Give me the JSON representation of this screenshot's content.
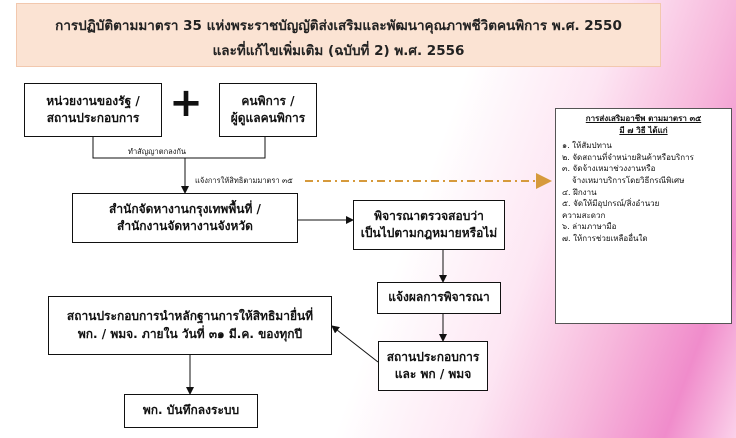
{
  "header": {
    "line1": "การปฏิบัติตามมาตรา 35 แห่งพระราชบัญญัติส่งเสริมและพัฒนาคุณภาพชีวิตคนพิการ พ.ศ. 2550",
    "line2": "และที่แก้ไขเพิ่มเติม (ฉบับที่ 2) พ.ศ. 2556"
  },
  "boxes": {
    "state_agency": [
      "หน่วยงานของรัฐ /",
      "สถานประกอบการ"
    ],
    "disabled": [
      "คนพิการ /",
      "ผู้ดูแลคนพิการ"
    ],
    "office": [
      "สำนักจัดหางานกรุงเทพพื้นที่ /",
      "สำนักงานจัดหางานจังหวัด"
    ],
    "review": [
      "พิจารณาตรวจสอบว่า",
      "เป็นไปตามกฎหมายหรือไม่"
    ],
    "notify": "แจ้งผลการพิจารณา",
    "employer": [
      "สถานประกอบการ",
      "และ พก / พมจ"
    ],
    "submit": [
      "สถานประกอบการนำหลักฐานการให้สิทธิมายื่นที่",
      "พก. / พมจ. ภายใน วันที่ ๓๑ มี.ค. ของทุกปี"
    ],
    "record": "พก. บันทึกลงระบบ"
  },
  "plus_sign": "+",
  "labels": {
    "agreement": "ทำสัญญาตกลงกัน",
    "notify_rights": "แจ้งการให้สิทธิตามมาตรา ๓๕"
  },
  "panel": {
    "title": "การส่งเสริมอาชีพ ตามมาตรา ๓๕",
    "subtitle": "มี ๗ วิธี ได้แก่",
    "items": [
      "๑. ให้สัมปทาน",
      "๒. จัดสถานที่จำหน่ายสินค้าหรือบริการ",
      "๓. จัดจ้างเหมาช่วงงานหรือ",
      "จ้างเหมาบริการโดยวิธีกรณีพิเศษ",
      "๔. ฝึกงาน",
      "๕. จัดให้มีอุปกรณ์/สิ่งอำนวย",
      "ความสะดวก",
      "๖. ล่ามภาษามือ",
      "๗. ให้การช่วยเหลืออื่นใด"
    ]
  },
  "colors": {
    "header_bg": "#fbe3d3",
    "dashed_arrow": "#d69a3c"
  }
}
